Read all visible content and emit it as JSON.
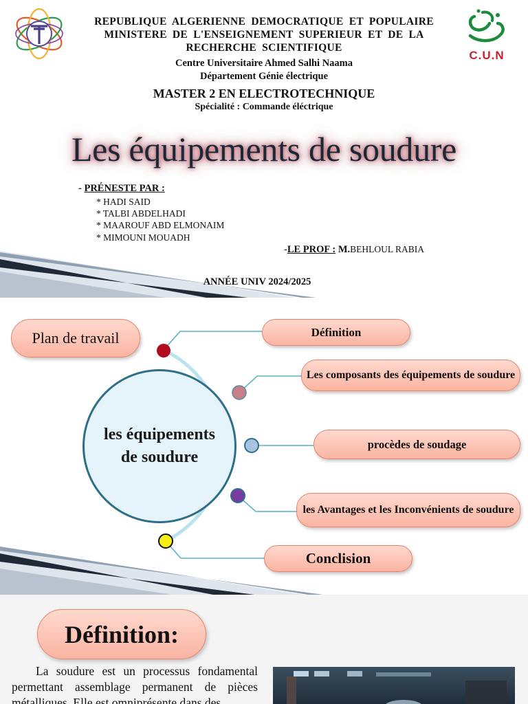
{
  "slide1": {
    "header_lines": [
      "REPUBLIQUE  ALGERIENNE  DEMOCRATIQUE  ET  POPULAIRE",
      "MINISTERE  DE  L'ENSEIGNEMENT  SUPERIEUR  ET  DE  LA",
      "RECHERCHE  SCIENTIFIQUE"
    ],
    "centre": "Centre Universitaire Ahmed Salhi  Naama",
    "departement": "Département   Génie électrique",
    "master": "MASTER 2  EN ELECTROTECHNIQUE",
    "specialite": "Spécialité : Commande éléctrique",
    "title": "Les équipements de soudure",
    "presente_prefix": "- ",
    "presente_label": "PRÉNESTE PAR :",
    "students": [
      "* HADI  SAID",
      "* TALBI  ABDELHADI",
      "* MAAROUF ABD ELMONAIM",
      "* MIMOUNI  MOUADH"
    ],
    "prof_prefix": "-",
    "prof_label": "LE PROF :",
    "prof_title": " M.",
    "prof_name": "BEHLOUL  RABIA",
    "annee": "ANNÉE UNIV 2024/2025",
    "right_logo_text": "C.U.N"
  },
  "slide2": {
    "plan_label": "Plan de travail",
    "center_line1": "les équipements",
    "center_line2": "de soudure",
    "items": [
      {
        "label": "Définition",
        "node_color": "#b00d1f"
      },
      {
        "label": "Les composants des équipements de soudure",
        "node_color": "#c7808a"
      },
      {
        "label": "procèdes de soudage",
        "node_color": "#a7c3de"
      },
      {
        "label": "les Avantages et les Inconvénients de soudure",
        "node_color": "#7b3aa0"
      },
      {
        "label": "Conclision",
        "node_color": "#f6ef14"
      }
    ]
  },
  "slide3": {
    "title": "Définition:",
    "paragraph": "La soudure est un processus fondamental permettant assemblage permanent de pièces métalliques. Elle est omniprésente dans des"
  },
  "colors": {
    "pill_fill": "#fbb4a2",
    "pill_border": "#e5836c",
    "circle_border": "#2e6e88",
    "title_glow": "#961428"
  }
}
